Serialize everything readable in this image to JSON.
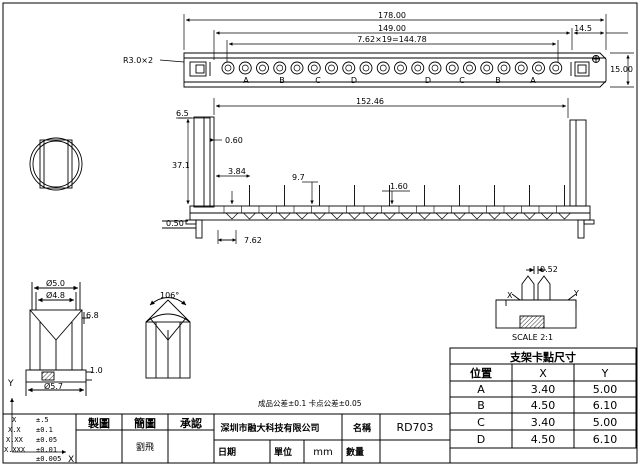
{
  "dimensions": {
    "d178": "178.00",
    "d14_5": "14.5",
    "d149": "149.00",
    "d_pitch_total": "7.62×19=144.78",
    "d15": "15.00",
    "r3": "R3.0×2",
    "d152": "152.46",
    "d6_5": "6.5",
    "d0_60": "0.60",
    "d37_1": "37.1",
    "d3_84": "3.84",
    "d9_7": "9.7",
    "d1_60": "1.60",
    "d0_50": "0.50",
    "d7_62": "7.62",
    "dia5": "Ø5.0",
    "dia4_8": "Ø4.8",
    "d6_8": "6.8",
    "d1_0": "1.0",
    "dia5_7": "Ø5.7",
    "angle": "106°",
    "d0_52": "0.52",
    "ax_x": "X",
    "ax_y": "Y",
    "scale": "SCALE 2:1"
  },
  "pin_letters": [
    "A",
    "B",
    "C",
    "D",
    "D",
    "C",
    "B",
    "A"
  ],
  "tolerance_note": "成品公差±0.1  卡点公差±0.05",
  "corner_axis": {
    "y": "Y",
    "x": "X"
  },
  "tolerance_block": [
    {
      "label": "X",
      "value": "±.5"
    },
    {
      "label": "X.X",
      "value": "±0.1"
    },
    {
      "label": "X.XX",
      "value": "±0.05"
    },
    {
      "label": "X.XXX",
      "value": "±0.01"
    },
    {
      "label": "",
      "value": "±0.005"
    }
  ],
  "title_block": {
    "zhi_tu": "製圖",
    "jian_tu": "簡圖",
    "cheng_ren": "承認",
    "drafter": "劉飛",
    "company": "深圳市融大科技有限公司",
    "name_label": "名稱",
    "name_value": "RD703",
    "date_label": "日期",
    "unit_label": "單位",
    "unit_value": "mm",
    "qty_label": "數量"
  },
  "table": {
    "title": "支架卡點尺寸",
    "headers": [
      "位置",
      "X",
      "Y"
    ],
    "rows": [
      [
        "A",
        "3.40",
        "5.00"
      ],
      [
        "B",
        "4.50",
        "6.10"
      ],
      [
        "C",
        "3.40",
        "5.00"
      ],
      [
        "D",
        "4.50",
        "6.10"
      ]
    ]
  }
}
